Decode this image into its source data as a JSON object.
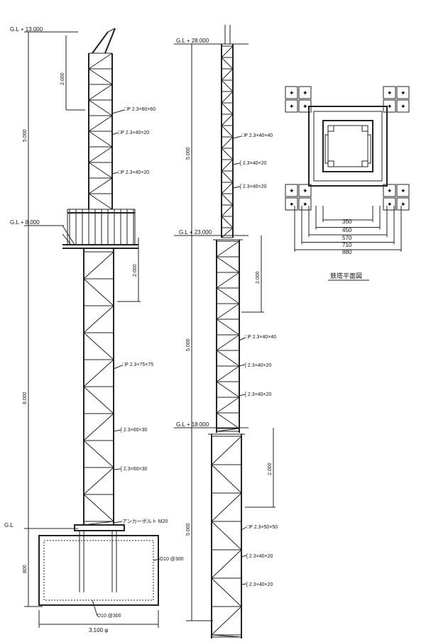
{
  "left_elevation": {
    "levels": [
      "G.L + 13.000",
      "G.L + 8.000",
      "G.L"
    ],
    "dims": [
      "2.000",
      "5.000",
      "2.000",
      "8.000",
      "800"
    ],
    "members": [
      "□P 2.3×60×60",
      "□P 2.3×40×20",
      "□P 2.3×40×20",
      "□P 2.3×75×75",
      "[ 2.3×60×30",
      "[ 2.3×60×30",
      "アンカーボルト M20"
    ],
    "base_labels": [
      "D10 @300",
      "D10 @300"
    ],
    "base_width": "3.100 φ"
  },
  "right_elevation": {
    "levels": [
      "G.L + 28.000",
      "G.L + 23.000",
      "G.L + 18.000"
    ],
    "dims": [
      "5.000",
      "2.000",
      "5.000",
      "2.000",
      "5.000"
    ],
    "members": [
      "□P 2.3×40×40",
      "[ 2.3×40×20",
      "[ 2.3×40×20",
      "□P 2.3×40×40",
      "[ 2.3×40×20",
      "[ 2.3×40×20",
      "□P 2.3×50×50",
      "[ 2.3×40×20",
      "[ 2.3×40×20"
    ]
  },
  "plan": {
    "dims": [
      "350",
      "450",
      "570",
      "710",
      "880"
    ],
    "title": "鉄塔平面図"
  }
}
